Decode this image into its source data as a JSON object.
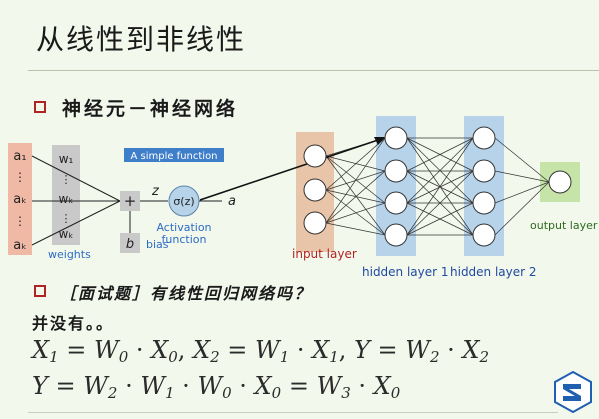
{
  "title": "从线性到非线性",
  "heading": "神经元－神经网络",
  "neuron": {
    "inputs": [
      "a₁",
      "⋮",
      "aₖ",
      "⋮",
      "aₖ"
    ],
    "weights": [
      "w₁",
      "⋮",
      "wₖ",
      "⋮",
      "wₖ"
    ],
    "weights_label": "weights",
    "sum_symbol": "+",
    "z_label": "z",
    "bias_symbol": "b",
    "bias_label": "bias",
    "activation_symbol": "σ(z)",
    "output_symbol": "a",
    "simple_function_label": "A simple function",
    "activation_label_line1": "Activation",
    "activation_label_line2": "function"
  },
  "network": {
    "input_label": "input layer",
    "hidden1_label": "hidden layer 1",
    "hidden2_label": "hidden layer 2",
    "output_label": "output layer"
  },
  "question": "［面试题］有线性回归网络吗？",
  "answer": "并没有。。",
  "colors": {
    "title_rule": "#b9c2aa",
    "bullet": "#b02323",
    "input_layer_fill": "#e8c4a8",
    "input_layer_text": "#b22222",
    "hidden_layer_fill": "#b6d3ea",
    "hidden_layer_text": "#1f4aa0",
    "output_layer_fill": "#c6e3a8",
    "output_layer_text": "#2d6a1e",
    "label_blue": "#2b6cc4"
  }
}
